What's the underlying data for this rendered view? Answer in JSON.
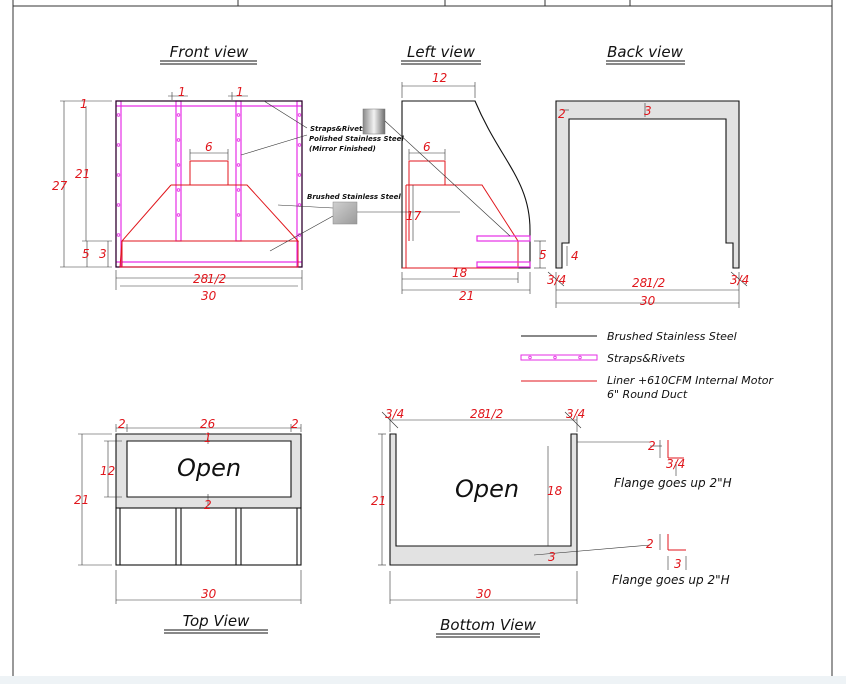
{
  "views": {
    "front": "Front view",
    "left": "Left view",
    "back": "Back view",
    "top": "Top View",
    "bottom": "Bottom View"
  },
  "callouts": {
    "straps_rivets": "Straps&Rivets",
    "polished": "Polished Stainless Steel",
    "mirror": "(Mirror Finished)",
    "brushed": "Brushed Stainless Steel"
  },
  "legend": {
    "brushed": "Brushed Stainless Steel",
    "straps": "Straps&Rivets",
    "liner_line1": "Liner +610CFM Internal Motor",
    "liner_line2": "6\" Round Duct"
  },
  "labels": {
    "open_top": "Open",
    "open_bottom": "Open",
    "flange_1": "Flange goes up 2\"H",
    "flange_2": "Flange goes up 2\"H"
  },
  "dimensions": {
    "front": {
      "strap_left": "1",
      "strap_right": "1",
      "top_width": "6",
      "total_height": "27",
      "upper_height": "21",
      "bottom_band": "5",
      "bottom_inner": "3",
      "bottom_width": "28",
      "bottom_frac": "1/2",
      "overall_width": "30"
    },
    "left": {
      "top_depth": "12",
      "duct": "6",
      "height": "17",
      "band": "5",
      "depth_inner": "18",
      "depth_total": "21"
    },
    "back": {
      "side": "2",
      "top": "3",
      "leg": "4",
      "left_frac": "3/4",
      "width": "28",
      "width_frac": "1/2",
      "right_frac": "3/4",
      "overall": "30"
    },
    "top": {
      "left": "2",
      "middle": "26",
      "right": "2",
      "inner_h": "12",
      "total_h": "21",
      "mark_top": "1",
      "mark_bottom": "2",
      "overall": "30"
    },
    "bottom": {
      "left_frac": "3/4",
      "width": "28",
      "width_frac": "1/2",
      "right_frac": "3/4",
      "height": "21",
      "inner_h": "18",
      "thickness": "3",
      "overall": "30",
      "flange1_a": "2",
      "flange1_b": "3/4",
      "flange2_a": "2",
      "flange2_b": "3"
    }
  },
  "colors": {
    "outline": "#111111",
    "straps": "#e62ee6",
    "liner": "#e0161c",
    "dimension_text": "#e0161c",
    "fill_gray": "#e2e2e2"
  }
}
